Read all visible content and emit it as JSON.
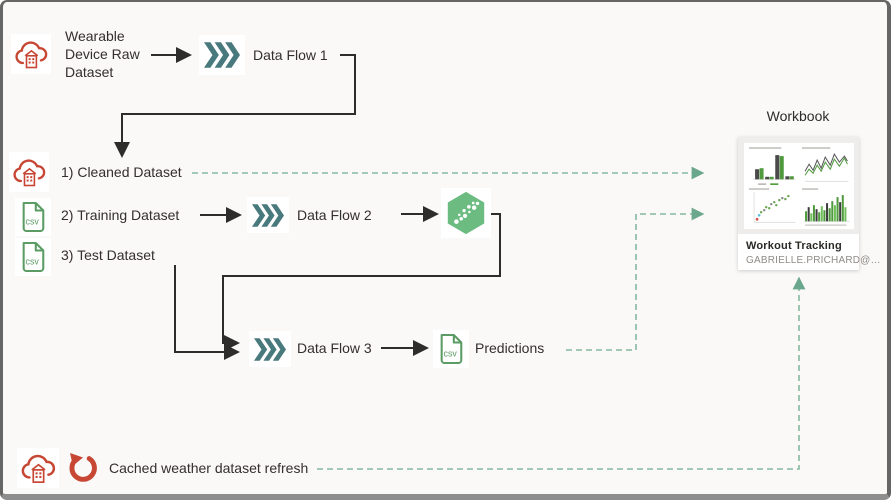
{
  "flow": {
    "source_label": "Wearable Device Raw Dataset",
    "dataflow1_label": "Data Flow 1",
    "cleaned_label": "1) Cleaned Dataset",
    "training_label": "2) Training Dataset",
    "dataflow2_label": "Data Flow 2",
    "test_label": "3) Test Dataset",
    "dataflow3_label": "Data Flow 3",
    "predictions_label": "Predictions",
    "cached_refresh_label": "Cached weather dataset refresh"
  },
  "icons": {
    "csv_label": "csv",
    "cloud_dataset": "cloud-dataset-icon",
    "dataflow_chevrons": "dataflow-chevrons-icon",
    "ml_model": "ml-model-hexagon-icon",
    "csv_file": "csv-file-icon",
    "refresh": "refresh-icon"
  },
  "workbook": {
    "title": "Workbook",
    "card_title": "Workout Tracking",
    "card_owner": "GABRIELLE.PRICHARD@…"
  },
  "colors": {
    "oracle_red": "#c74634",
    "teal": "#48797d",
    "green": "#5b9b64",
    "hex_green": "#6cbc82",
    "dashed_teal": "#85b9a0",
    "line_dark": "#2f2d2b",
    "background": "#faf9f7"
  }
}
